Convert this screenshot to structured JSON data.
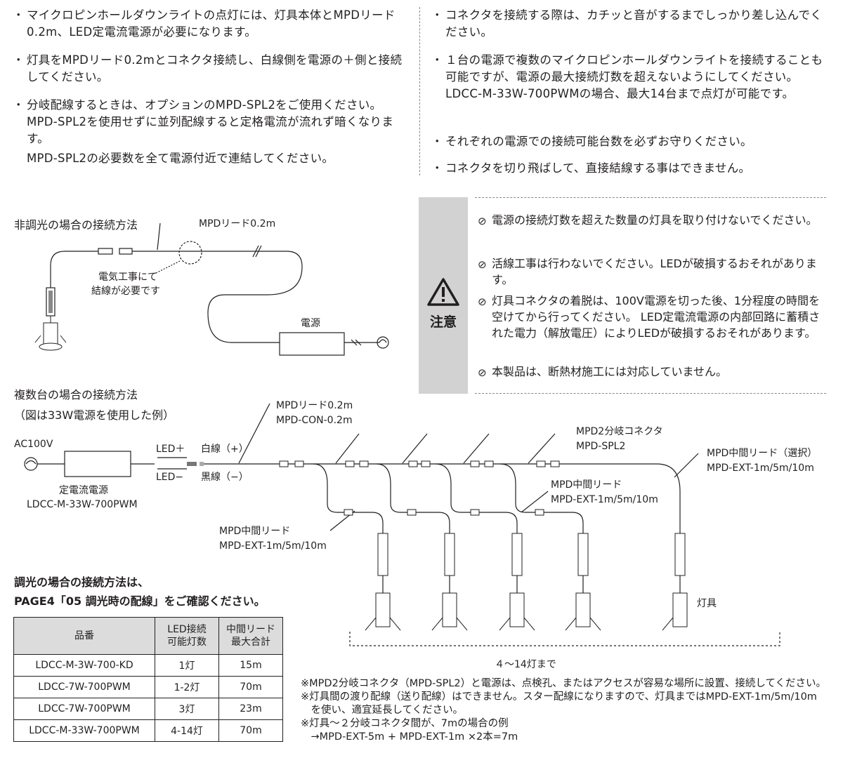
{
  "notes_left": [
    {
      "bullet": "・",
      "text": "マイクロピンホールダウンライトの点灯には、灯具本体とMPDリード0.2m、LED定電流電源が必要になります。"
    },
    {
      "bullet": "・",
      "text": "灯具をMPDリード0.2mとコネクタ接続し、白線側を電源の＋側と接続してください。"
    },
    {
      "bullet": "・",
      "text": "分岐配線するときは、オプションのMPD-SPL2をご使用ください。MPD-SPL2を使用せずに並列配線すると定格電流が流れず暗くなります。"
    },
    {
      "bullet": "",
      "text": "MPD-SPL2の必要数を全て電源付近で連結してください。"
    }
  ],
  "notes_right": [
    {
      "bullet": "・",
      "text": "コネクタを接続する際は、カチッと音がするまでしっかり差し込んでください。"
    },
    {
      "bullet": "・",
      "text": "１台の電源で複数のマイクロピンホールダウンライトを接続することも可能ですが、電源の最大接続灯数を超えないようにしてください。LDCC-M-33W-700PWMの場合、最大14台まで点灯が可能です。"
    },
    {
      "bullet": "・",
      "text": "それぞれの電源での接続可能台数を必ずお守りください。"
    },
    {
      "bullet": "・",
      "text": "コネクタを切り飛ばして、直接結線する事はできません。"
    }
  ],
  "diagram1": {
    "title": "非調光の場合の接続方法",
    "lead_label": "MPDリード0.2m",
    "wiring_note_1": "電気工事にて",
    "wiring_note_2": "結線が必要です",
    "power_label": "電源"
  },
  "caution": {
    "heading": "注意",
    "icon": "warning-triangle-icon",
    "items": [
      {
        "bullet": "⊘",
        "text": "電源の接続灯数を超えた数量の灯具を取り付けないでください。"
      },
      {
        "bullet": "⊘",
        "text": "活線工事は行わないでください。LEDが破損するおそれがあります。"
      },
      {
        "bullet": "⊘",
        "text": "灯具コネクタの着脱は、100V電源を切った後、1分程度の時間を空けてから行ってください。 LED定電流電源の内部回路に蓄積された電力（解放電圧）によりLEDが破損するおそれがあります。"
      },
      {
        "bullet": "⊘",
        "text": "本製品は、断熱材施工には対応していません。"
      }
    ]
  },
  "diagram2": {
    "title_1": "複数台の場合の接続方法",
    "title_2": "（図は33W電源を使用した例）",
    "ac_label": "AC100V",
    "led_plus": "LED＋",
    "led_minus": "LED−",
    "white_wire": "白線（+）",
    "black_wire": "黒線（−）",
    "psu_label_1": "定電流電源",
    "psu_label_2": "LDCC-M-33W-700PWM",
    "lead_label_1": "MPDリード0.2m",
    "lead_label_2": "MPD-CON-0.2m",
    "splitter_label_1": "MPD2分岐コネクタ",
    "splitter_label_2": "MPD-SPL2",
    "ext_select_1": "MPD中間リード（選択）",
    "ext_select_2": "MPD-EXT-1m/5m/10m",
    "ext_mid_1": "MPD中間リード",
    "ext_mid_2": "MPD-EXT-1m/5m/10m",
    "ext_low_1": "MPD中間リード",
    "ext_low_2": "MPD-EXT-1m/5m/10m",
    "fixture_label": "灯具",
    "count_label": "４～14灯まで"
  },
  "dimming": {
    "line_1": "調光の場合の接続方法は、",
    "line_2": "PAGE4「05 調光時の配線」をご確認ください。"
  },
  "table": {
    "headers": [
      "品番",
      "LED接続\n可能灯数",
      "中間リード\n最大合計"
    ],
    "rows": [
      [
        "LDCC-M-3W-700-KD",
        "1灯",
        "15m"
      ],
      [
        "LDCC-7W-700PWM",
        "1-2灯",
        "70m"
      ],
      [
        "LDCC-7W-700PWM",
        "3灯",
        "23m"
      ],
      [
        "LDCC-M-33W-700PWM",
        "4-14灯",
        "70m"
      ]
    ]
  },
  "footnotes": [
    "※MPD2分岐コネクタ（MPD-SPL2）と電源は、点検孔、またはアクセスが容易な場所に設置、接続してください。",
    "※灯具間の渡り配線（送り配線）はできません。スター配線になりますので、灯具まではMPD-EXT-1m/5m/10m",
    "　を使い、適宜延長してください。",
    "※灯具～２分岐コネクタ間が、7mの場合の例",
    "　→MPD-EXT-5m + MPD-EXT-1m ×2本=7m"
  ]
}
